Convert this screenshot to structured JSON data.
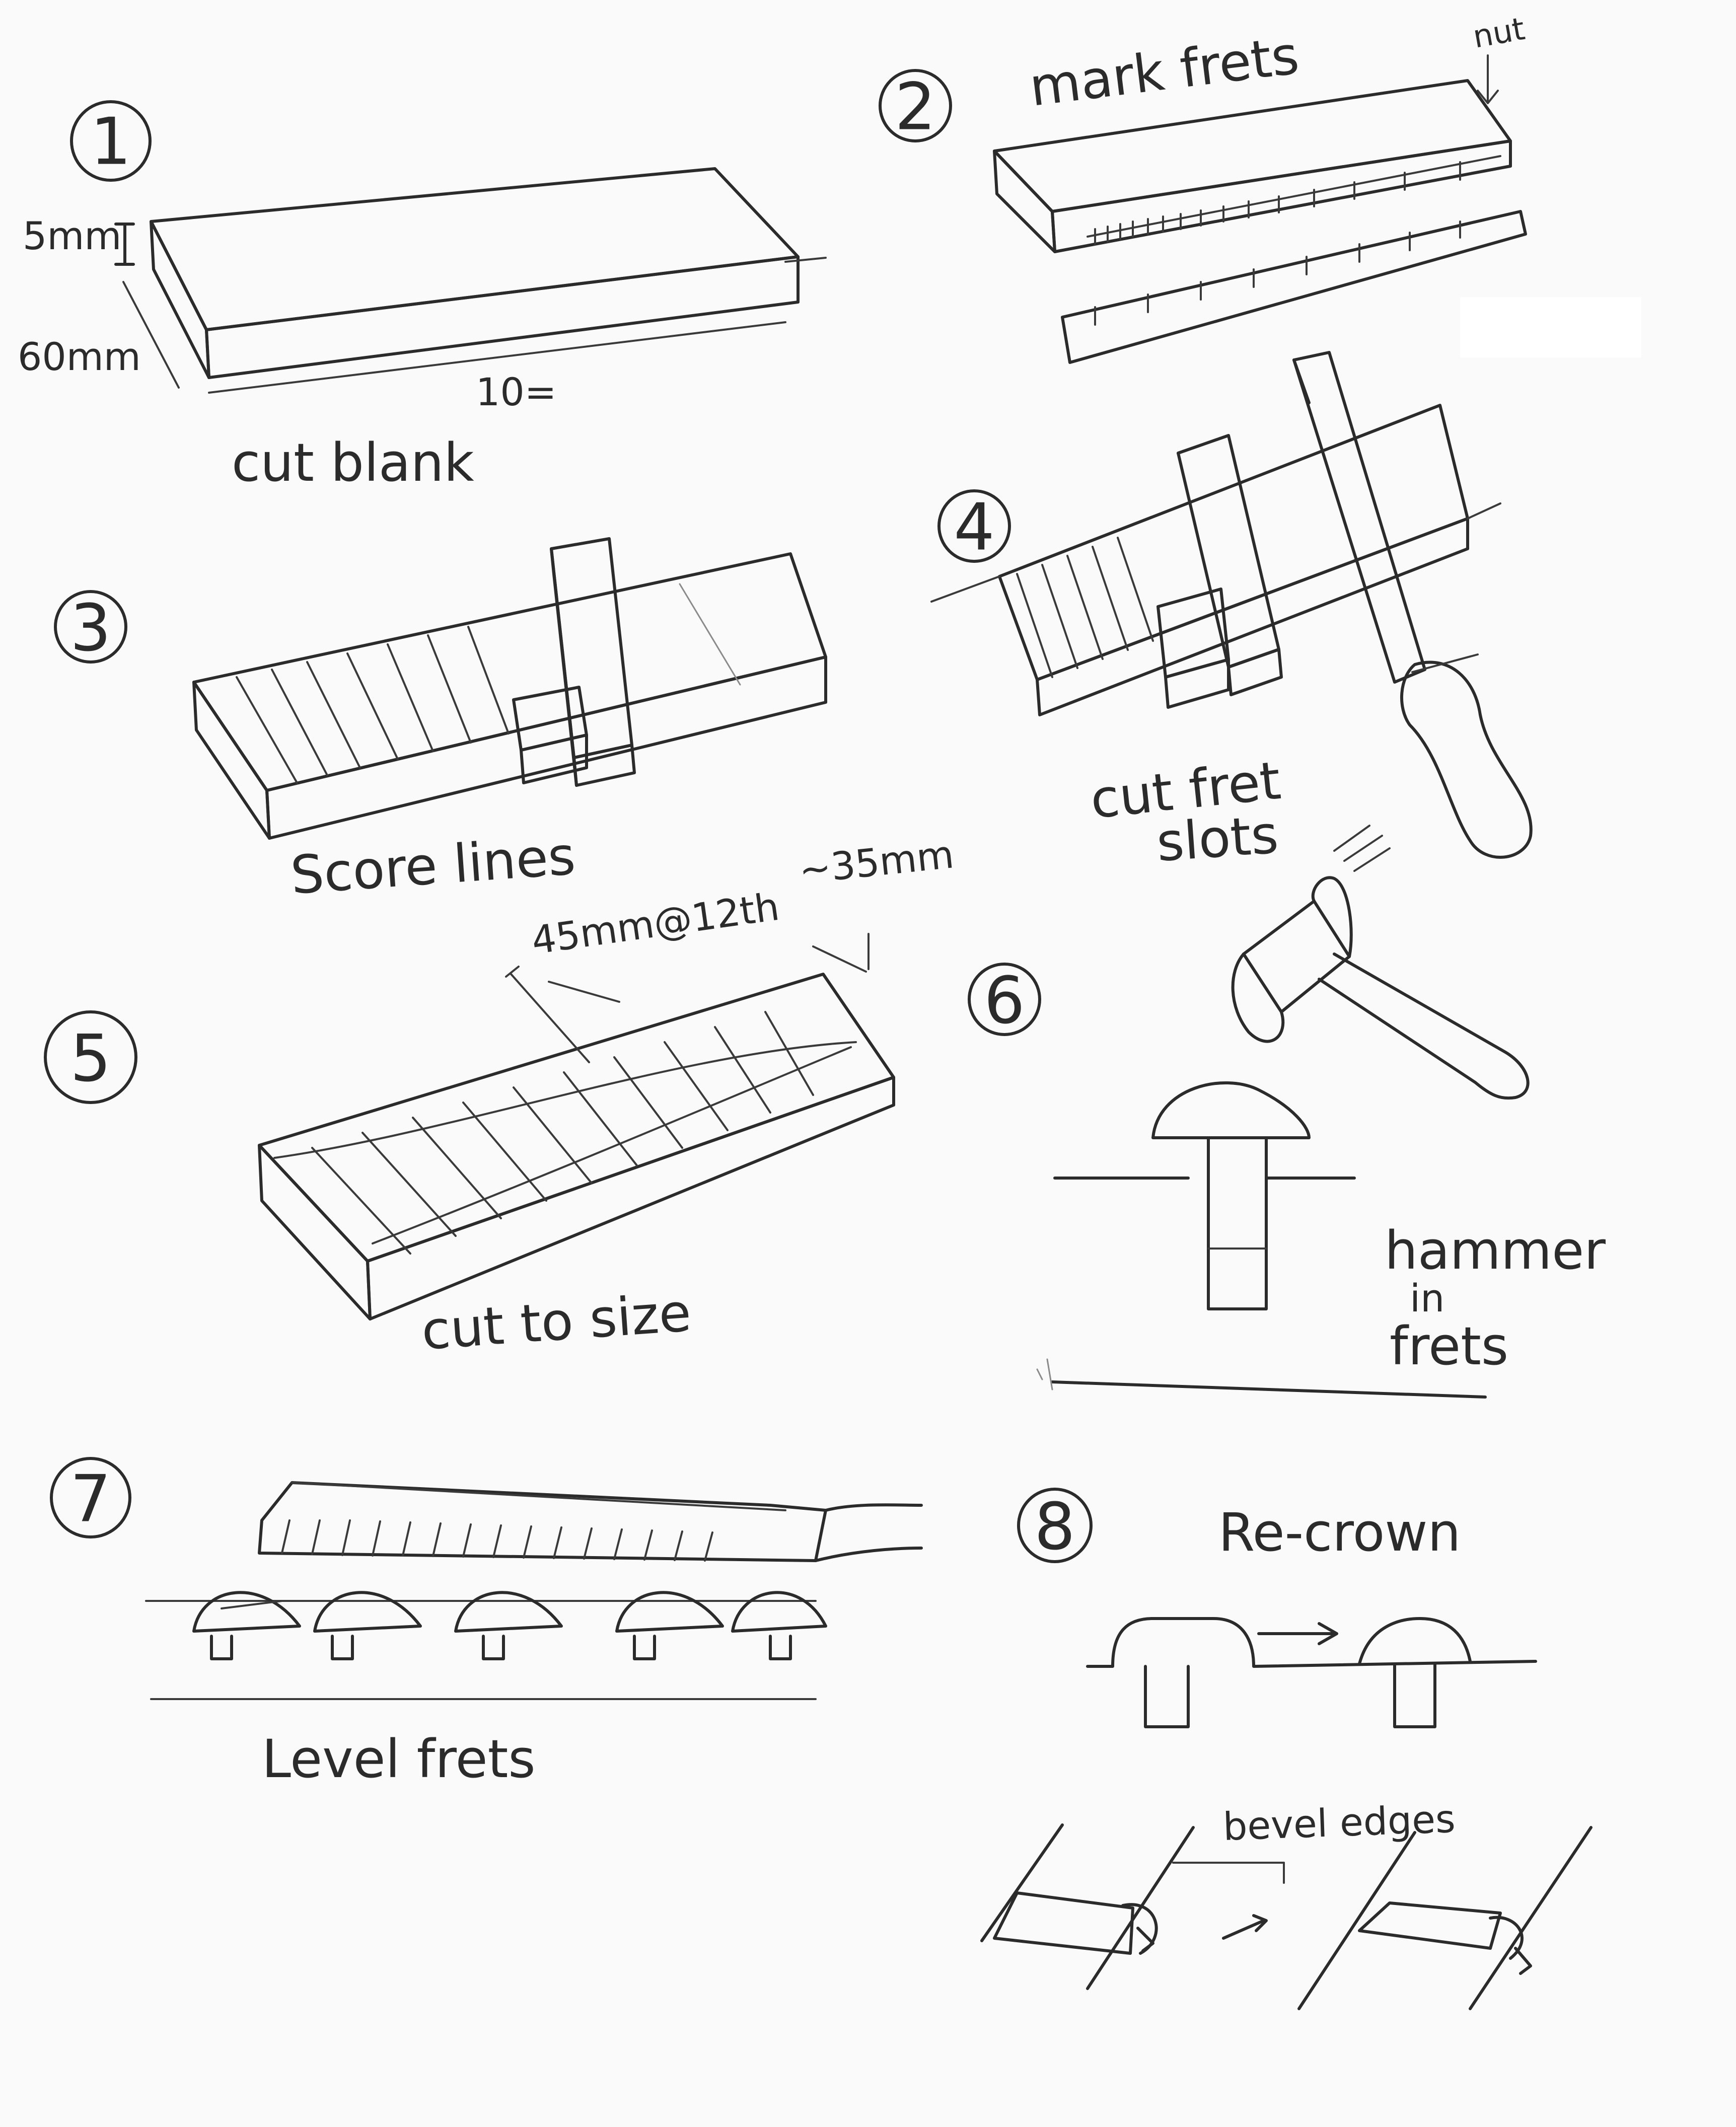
{
  "steps": [
    {
      "number": "1",
      "label": "cut blank"
    },
    {
      "number": "2",
      "label": "mark frets"
    },
    {
      "number": "3",
      "label": "Score lines"
    },
    {
      "number": "4",
      "label": "cut fret",
      "label_line2": "slots"
    },
    {
      "number": "5",
      "label": "cut to size"
    },
    {
      "number": "6",
      "label": "hammer",
      "label_line2": "in",
      "label_line3": "frets"
    },
    {
      "number": "7",
      "label": "Level frets"
    },
    {
      "number": "8",
      "label": "Re-crown",
      "label2": "bevel edges"
    }
  ],
  "dimensions": {
    "thickness": "5mm",
    "width": "60mm",
    "length": "10=",
    "nut": "nut",
    "twelfth_width": "45mm@12th",
    "nut_width": "~35mm"
  }
}
